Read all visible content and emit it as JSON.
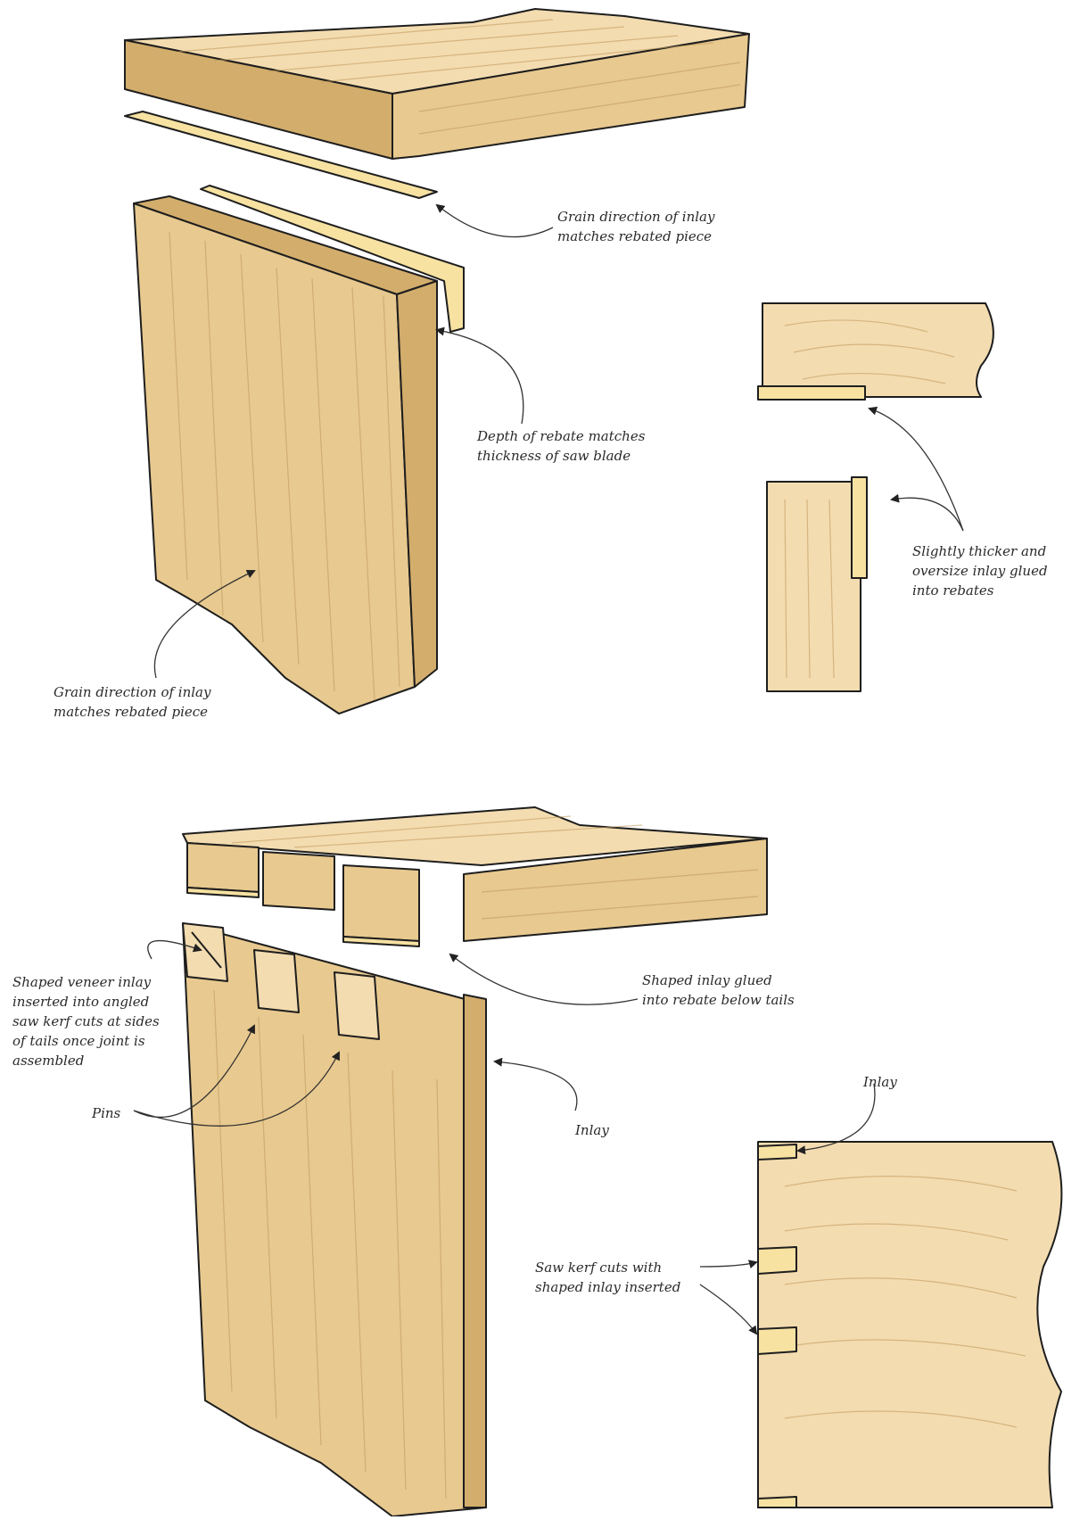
{
  "colors": {
    "wood_light": "#f3dcb0",
    "wood_mid": "#e8c98f",
    "wood_dark": "#d3ad6c",
    "inlay": "#f7e2a2",
    "outline": "#1e1e1e"
  },
  "labels": {
    "grain_top": "Grain direction of inlay\nmatches rebated piece",
    "rebate_depth": "Depth of rebate matches\nthickness of saw blade",
    "grain_left": "Grain direction of inlay\nmatches rebated piece",
    "thicker_inlay": "Slightly thicker and\noversize inlay glued\ninto rebates",
    "veneer_inlay": "Shaped veneer inlay\ninserted into angled\nsaw kerf cuts at sides\nof tails once joint is\nassembled",
    "shaped_inlay": "Shaped inlay glued\ninto rebate below tails",
    "pins": "Pins",
    "inlay_mid": "Inlay",
    "inlay_right": "Inlay",
    "kerf_cuts": "Saw kerf cuts with\nshaped inlay inserted"
  }
}
